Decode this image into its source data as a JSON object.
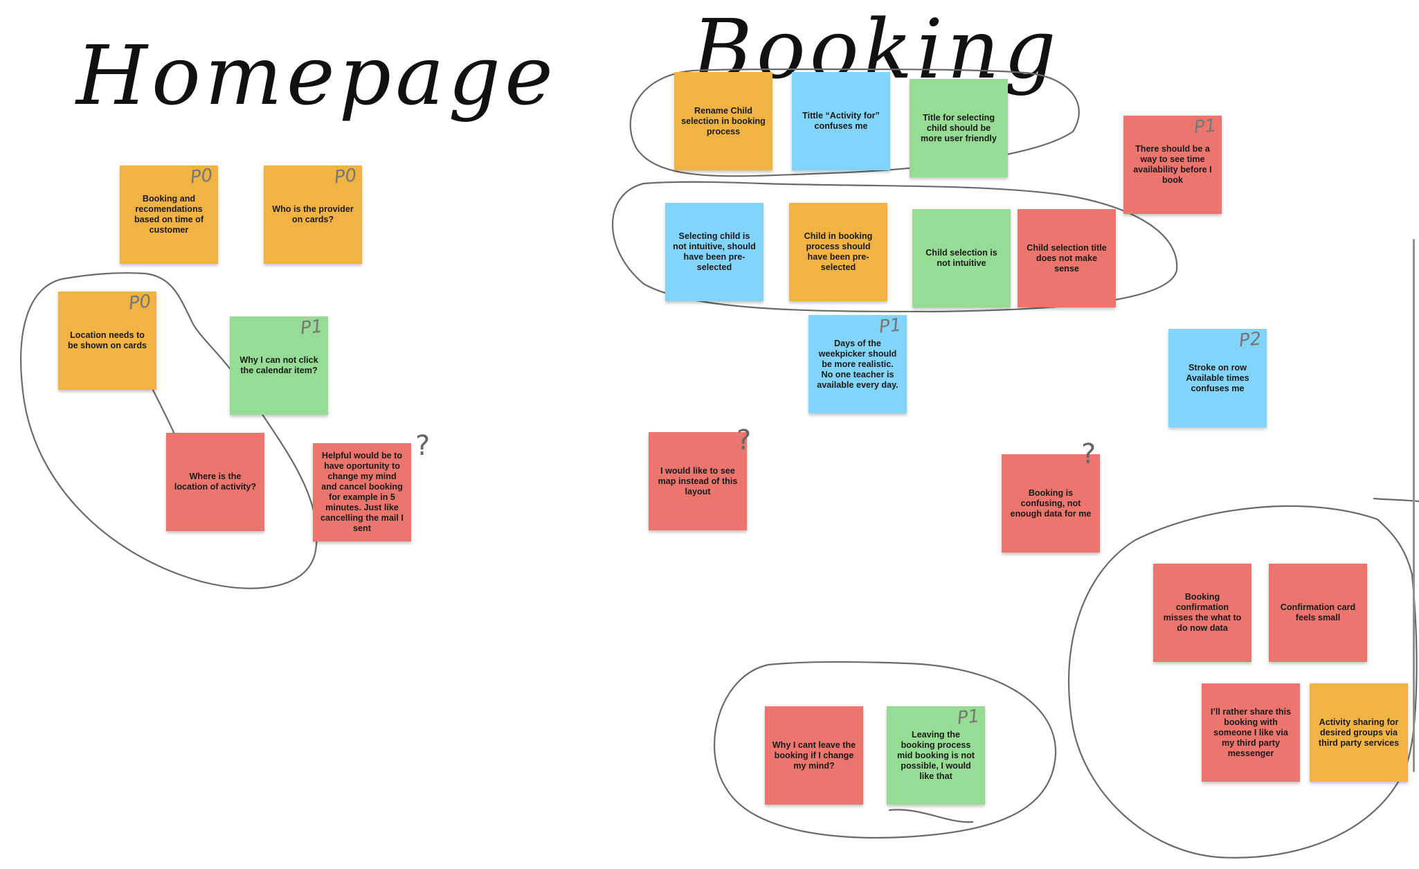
{
  "headings": {
    "homepage": "Homepage",
    "booking": "Booking"
  },
  "colors": {
    "orange": "#f2b345",
    "blue": "#82d4fb",
    "green": "#97dc94",
    "red": "#ec756d"
  },
  "notes": [
    {
      "id": "booking-recommendations",
      "color": "orange",
      "tag": "P0",
      "text": "Booking and recomendations based on time of customer"
    },
    {
      "id": "provider-on-cards",
      "color": "orange",
      "tag": "P0",
      "text": "Who is the provider on cards?"
    },
    {
      "id": "location-on-cards",
      "color": "orange",
      "tag": "P0",
      "text": "Location needs to be shown on cards"
    },
    {
      "id": "click-calendar",
      "color": "green",
      "tag": "P1",
      "text": "Why I can not click the calendar item?"
    },
    {
      "id": "location-of-activity",
      "color": "red",
      "tag": "",
      "text": "Where is the location of activity?"
    },
    {
      "id": "cancel-booking",
      "color": "red",
      "tag": "",
      "text": "Helpful would be to have oportunity to change my mind and cancel booking for example in 5 minutes. Just like cancelling the mail I sent"
    },
    {
      "id": "rename-child-selection",
      "color": "orange",
      "tag": "",
      "text": "Rename Child selection in booking process"
    },
    {
      "id": "activity-for-title",
      "color": "blue",
      "tag": "",
      "text": "Tittle “Activity for” confuses me"
    },
    {
      "id": "title-selecting-child",
      "color": "green",
      "tag": "",
      "text": "Title for selecting child should be more user friendly"
    },
    {
      "id": "time-availability",
      "color": "red",
      "tag": "P1",
      "text": "There should be a way to see time availability before I book"
    },
    {
      "id": "child-not-intuitive-preselected",
      "color": "blue",
      "tag": "",
      "text": "Selecting child is not intuitive, should have been pre-selected"
    },
    {
      "id": "child-preselected",
      "color": "orange",
      "tag": "",
      "text": "Child in booking process should have been pre-selected"
    },
    {
      "id": "child-selection-not-intuitive",
      "color": "green",
      "tag": "",
      "text": "Child selection is not intuitive"
    },
    {
      "id": "child-selection-title",
      "color": "red",
      "tag": "",
      "text": "Child selection title does not make sense"
    },
    {
      "id": "weekpicker-realistic",
      "color": "blue",
      "tag": "P1",
      "text": "Days of the weekpicker should be more realistic. No one teacher is available every day."
    },
    {
      "id": "stroke-available-times",
      "color": "blue",
      "tag": "P2",
      "text": "Stroke on row Available times confuses me"
    },
    {
      "id": "map-instead-layout",
      "color": "red",
      "tag": "",
      "text": "I would like to see map instead of this layout"
    },
    {
      "id": "booking-confusing",
      "color": "red",
      "tag": "",
      "text": "Booking is confusing, not enough data for me"
    },
    {
      "id": "confirmation-what-to-do",
      "color": "red",
      "tag": "",
      "text": "Booking confirmation misses the what to do now data"
    },
    {
      "id": "confirmation-card-small",
      "color": "red",
      "tag": "",
      "text": "Confirmation card feels small"
    },
    {
      "id": "leave-booking-change-mind",
      "color": "red",
      "tag": "",
      "text": "Why I cant leave the booking if I change my mind?"
    },
    {
      "id": "leaving-booking-mid",
      "color": "green",
      "tag": "P1",
      "text": "Leaving the booking process mid booking is not possible, I would like that"
    },
    {
      "id": "share-via-messenger",
      "color": "red",
      "tag": "",
      "text": "I’ll rather share this booking with someone I like via my third party messenger"
    },
    {
      "id": "activity-sharing-groups",
      "color": "orange",
      "tag": "",
      "text": "Activity sharing for desired groups via third party services"
    }
  ],
  "question_marks": [
    "?",
    "?",
    "?"
  ]
}
